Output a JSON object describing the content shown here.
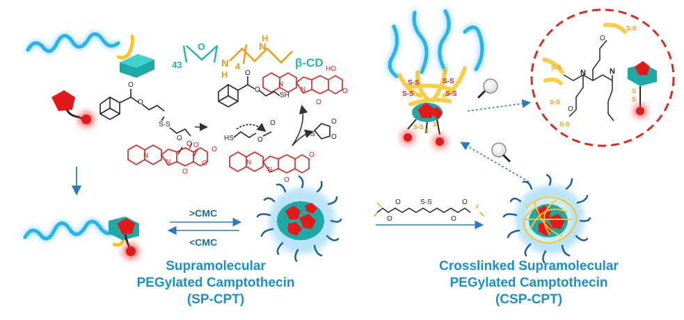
{
  "colors": {
    "peg": "#29b3ec",
    "peg_dark": "#1f7fc0",
    "linker": "#f4c62b",
    "cd": "#23b6b1",
    "drug": "#e21a1a",
    "chem_red": "#d81e1e",
    "crosslink": "#f39a18",
    "arrow": "#2a7cb6",
    "caption": "#1a8ec9",
    "circle_dash": "#d62a22"
  },
  "polymer_formula": {
    "peg_repeat_count": "43",
    "amine_repeat_count": "4",
    "cd_label": "β-CD",
    "n_h": "N",
    "h": "H"
  },
  "equilibrium": {
    "forward_label": ">CMC",
    "reverse_label": "<CMC"
  },
  "captions": {
    "sp_cpt": [
      "Supramolecular",
      "PEGylated Camptothecin",
      "(SP-CPT)"
    ],
    "csp_cpt": [
      "Crosslinked Supramolecular",
      "PEGylated Camptothecin",
      "(CSP-CPT)"
    ]
  },
  "chemistry_labels": {
    "disulfide": "S-S",
    "thiol": "SH",
    "hs": "HS",
    "ho": "HO",
    "s_ring": "S",
    "o": "O",
    "n": "N"
  },
  "icons": [
    "magnifier-icon",
    "magnifier-icon"
  ]
}
